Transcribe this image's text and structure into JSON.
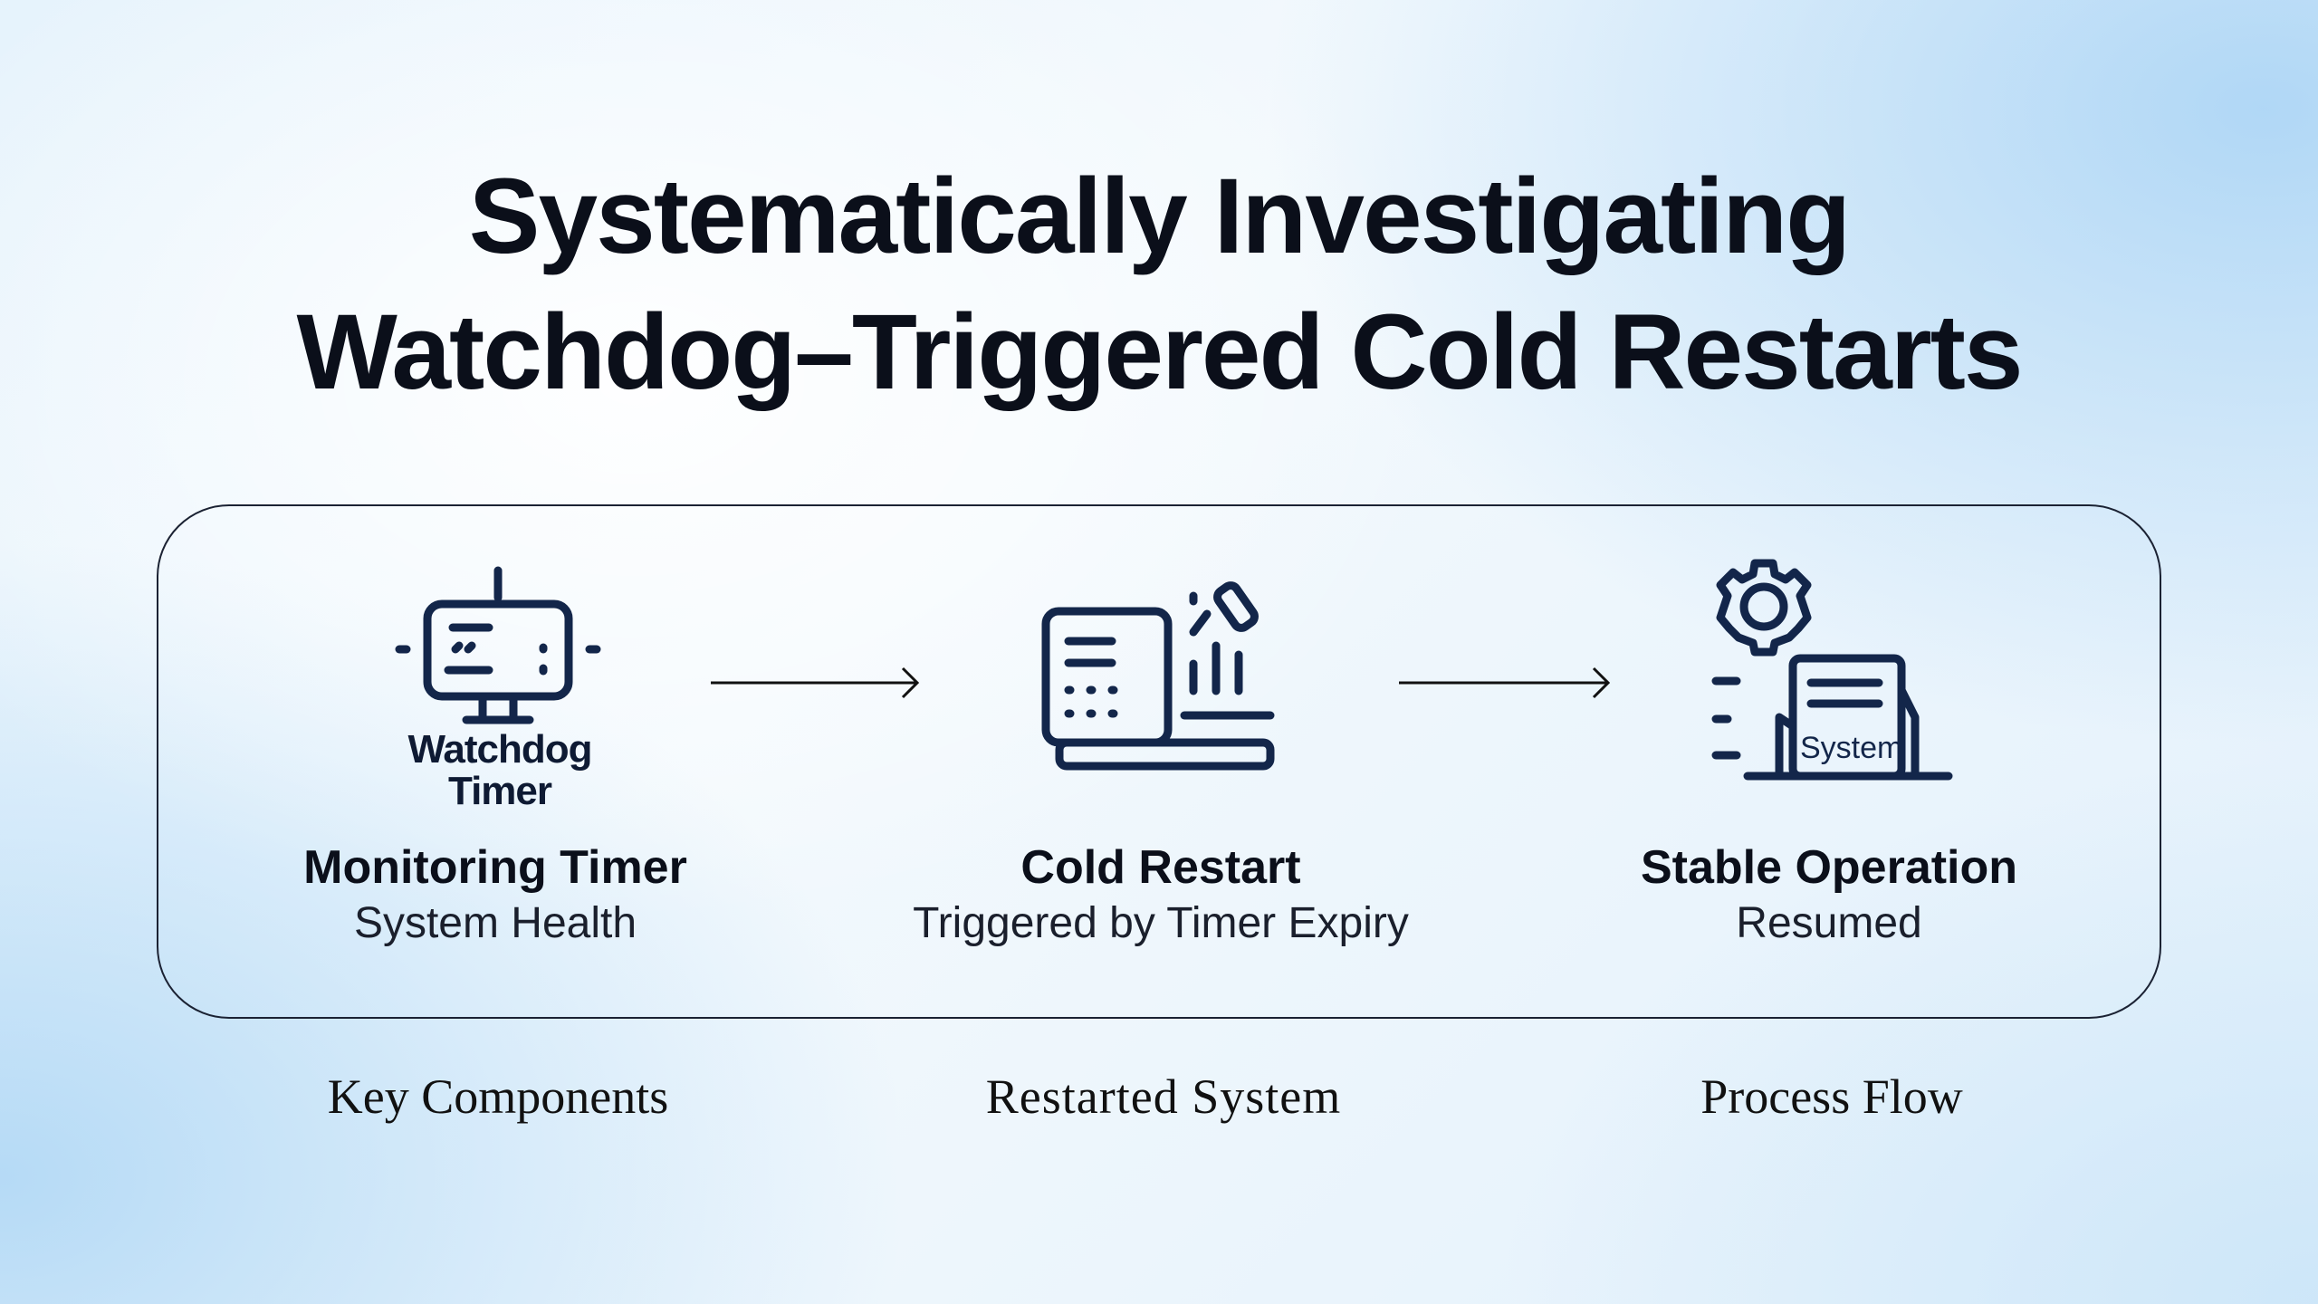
{
  "title": {
    "line1": "Systematically Investigating",
    "line2": "Watchdog–Triggered Cold Restarts"
  },
  "steps": [
    {
      "icon": "watchdog-timer-icon",
      "icon_label_1": "Watchdog",
      "icon_label_2": "Timer",
      "heading": "Monitoring Timer",
      "subtitle": "System Health"
    },
    {
      "icon": "cold-restart-icon",
      "heading": "Cold Restart",
      "subtitle": "Triggered by Timer Expiry"
    },
    {
      "icon": "system-gear-icon",
      "icon_text": "System",
      "heading": "Stable Operation",
      "subtitle": "Resumed"
    }
  ],
  "footer": [
    "Key Components",
    "Restarted System",
    "Process Flow"
  ],
  "colors": {
    "icon": "#13264a",
    "text": "#0b0f1a"
  }
}
